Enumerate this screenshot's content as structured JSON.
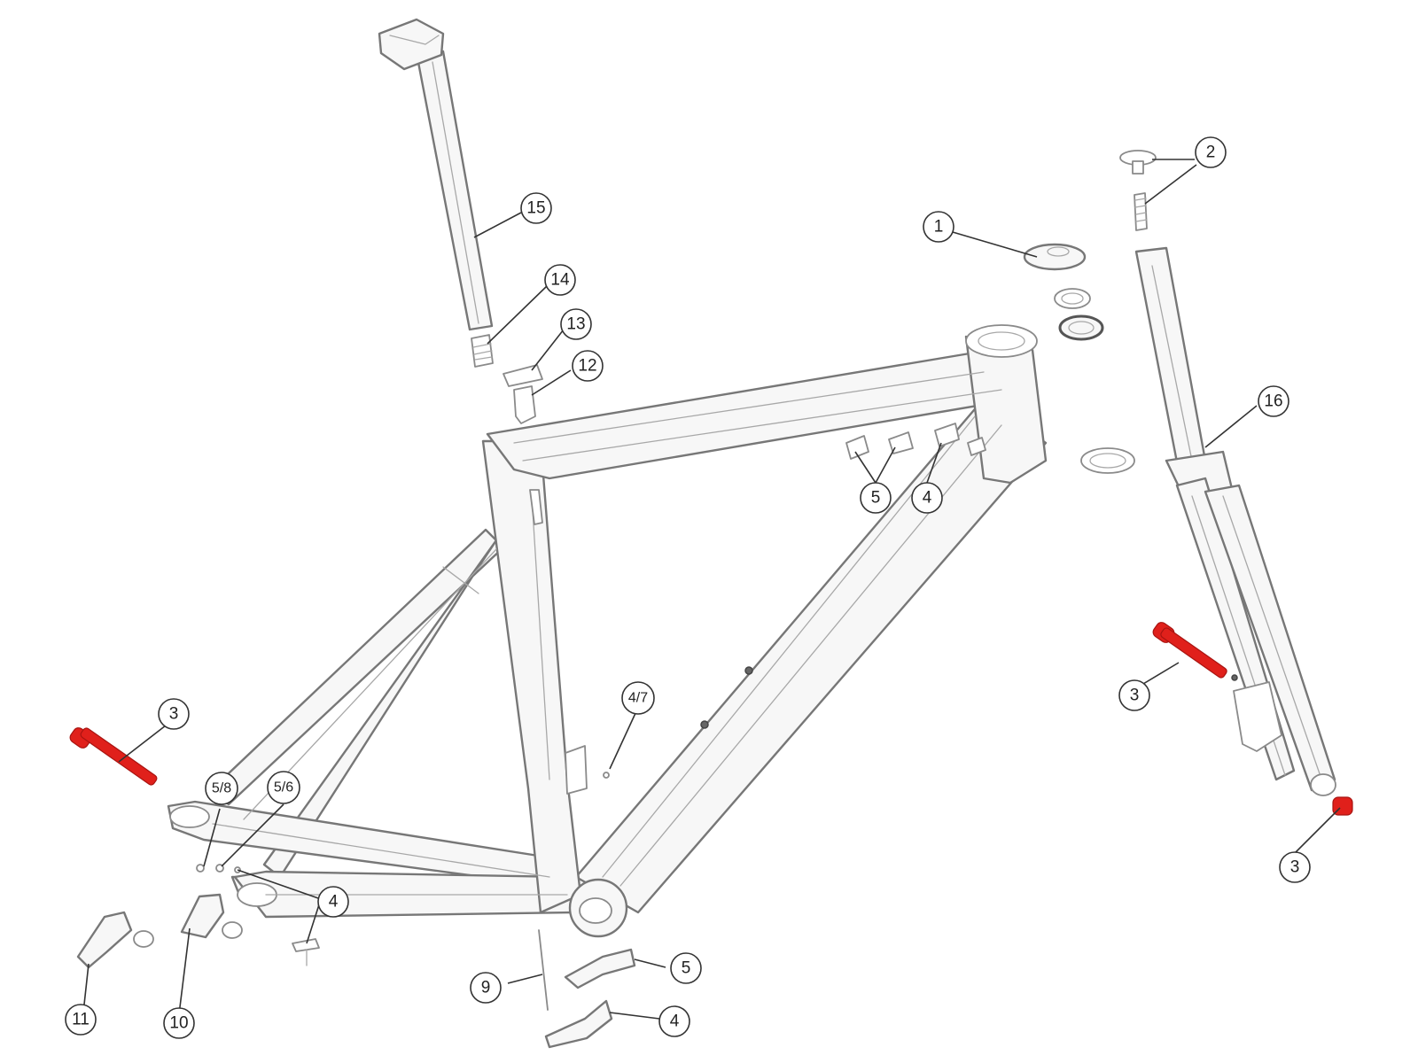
{
  "diagram": {
    "accent_color": "#e0201b",
    "line_color": "#777777",
    "callouts": [
      {
        "id": "c1",
        "label": "1"
      },
      {
        "id": "c2",
        "label": "2"
      },
      {
        "id": "c3a",
        "label": "3"
      },
      {
        "id": "c3b",
        "label": "3"
      },
      {
        "id": "c3c",
        "label": "3"
      },
      {
        "id": "c4a",
        "label": "4"
      },
      {
        "id": "c4b",
        "label": "4"
      },
      {
        "id": "c4c",
        "label": "4"
      },
      {
        "id": "c47",
        "label": "4/7"
      },
      {
        "id": "c5a",
        "label": "5"
      },
      {
        "id": "c5b",
        "label": "5"
      },
      {
        "id": "c56",
        "label": "5/6"
      },
      {
        "id": "c58",
        "label": "5/8"
      },
      {
        "id": "c9",
        "label": "9"
      },
      {
        "id": "c10",
        "label": "10"
      },
      {
        "id": "c11",
        "label": "11"
      },
      {
        "id": "c12",
        "label": "12"
      },
      {
        "id": "c13",
        "label": "13"
      },
      {
        "id": "c14",
        "label": "14"
      },
      {
        "id": "c15",
        "label": "15"
      },
      {
        "id": "c16",
        "label": "16"
      }
    ]
  }
}
